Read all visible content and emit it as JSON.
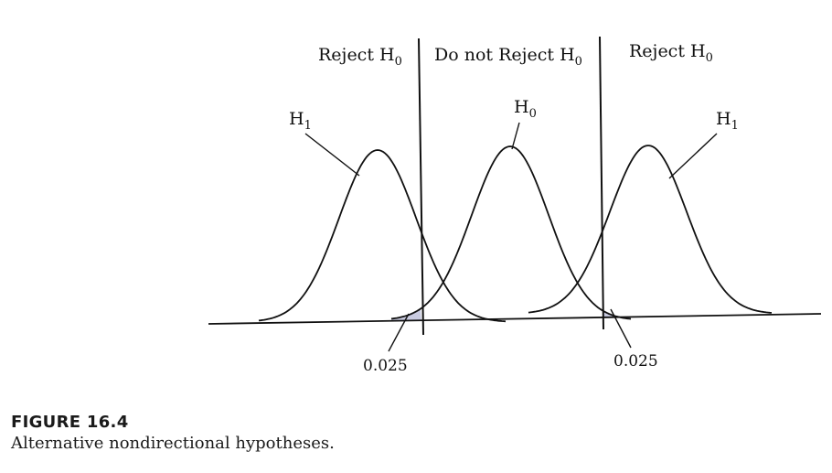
{
  "figure": {
    "caption_number": "FIGURE 16.4",
    "caption_text": "Alternative nondirectional hypotheses."
  },
  "regions": {
    "left": {
      "text": "Reject H",
      "sub": "0"
    },
    "middle": {
      "text": "Do not Reject H",
      "sub": "0"
    },
    "right": {
      "text": "Reject H",
      "sub": "0"
    }
  },
  "curves": {
    "h0": {
      "text": "H",
      "sub": "0"
    },
    "h1_left": {
      "text": "H",
      "sub": "1"
    },
    "h1_right": {
      "text": "H",
      "sub": "1"
    }
  },
  "tails": {
    "left": "0.025",
    "right": "0.025"
  },
  "colors": {
    "ink": "#111111",
    "tail_shade": "#c9cbe0"
  }
}
